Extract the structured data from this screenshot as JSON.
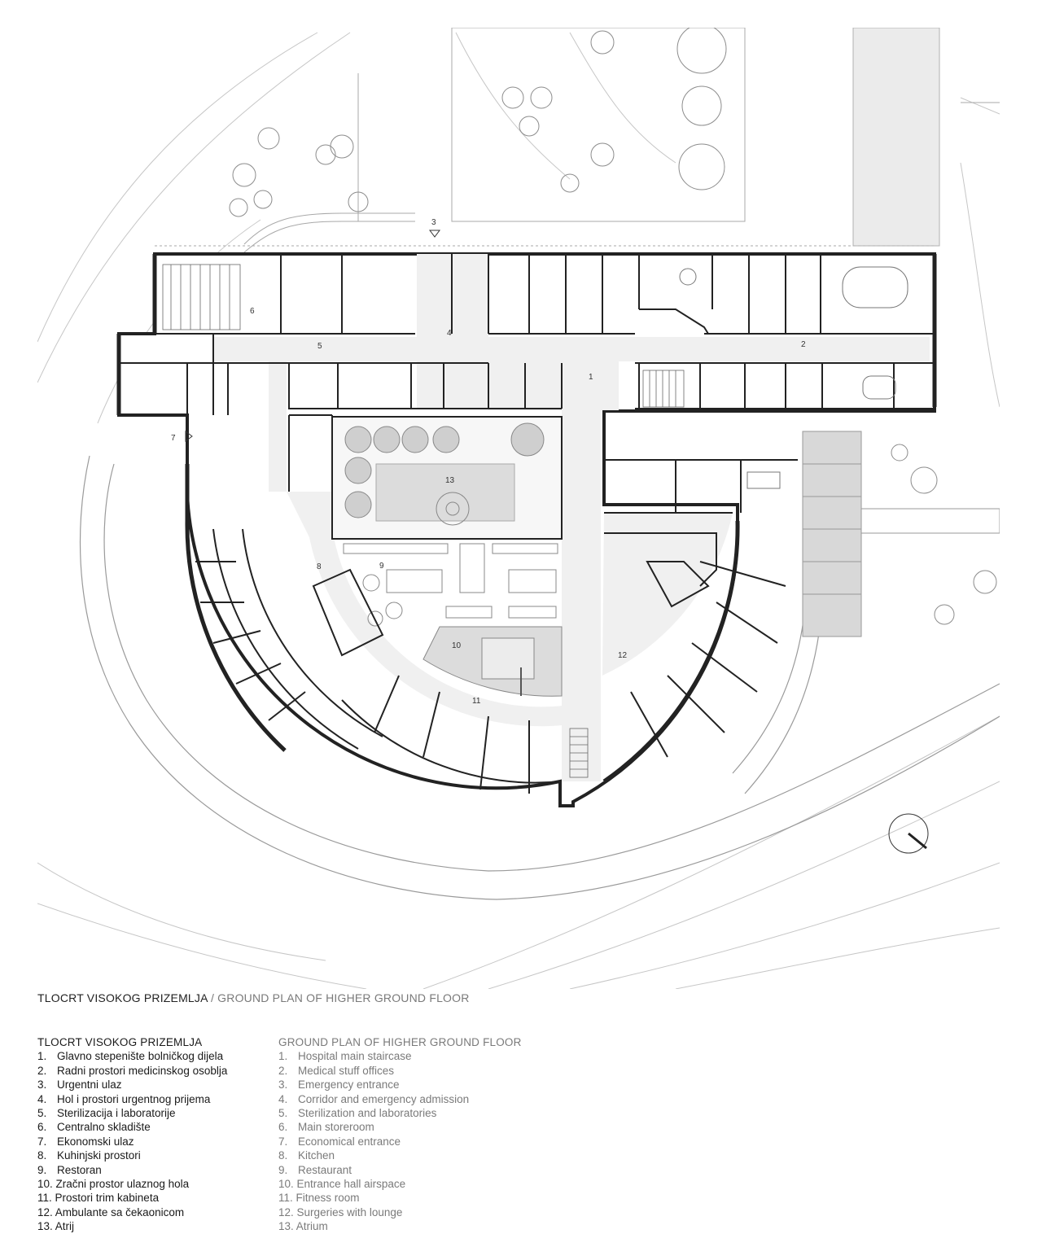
{
  "caption": {
    "hr": "TLOCRT VISOKOG PRIZEMLJA",
    "separator": " / ",
    "en": "GROUND PLAN OF HIGHER GROUND FLOOR"
  },
  "legend_hr": {
    "title": "TLOCRT VISOKOG PRIZEMLJA",
    "items": [
      {
        "num": "1.",
        "label": "Glavno stepenište bolničkog dijela"
      },
      {
        "num": "2.",
        "label": "Radni prostori medicinskog osoblja"
      },
      {
        "num": "3.",
        "label": "Urgentni ulaz"
      },
      {
        "num": "4.",
        "label": "Hol i prostori urgentnog prijema"
      },
      {
        "num": "5.",
        "label": "Sterilizacija i laboratorije"
      },
      {
        "num": "6.",
        "label": "Centralno skladište"
      },
      {
        "num": "7.",
        "label": "Ekonomski ulaz"
      },
      {
        "num": "8.",
        "label": "Kuhinjski prostori"
      },
      {
        "num": "9.",
        "label": "Restoran"
      },
      {
        "num": "10.",
        "label": "Zračni prostor ulaznog hola"
      },
      {
        "num": "11.",
        "label": "Prostori trim kabineta"
      },
      {
        "num": "12.",
        "label": "Ambulante sa čekaonicom"
      },
      {
        "num": "13.",
        "label": "Atrij"
      }
    ]
  },
  "legend_en": {
    "title": "GROUND PLAN OF HIGHER GROUND FLOOR",
    "items": [
      {
        "num": "1.",
        "label": "Hospital main staircase"
      },
      {
        "num": "2.",
        "label": "Medical stuff offices"
      },
      {
        "num": "3.",
        "label": "Emergency entrance"
      },
      {
        "num": "4.",
        "label": "Corridor and emergency admission"
      },
      {
        "num": "5.",
        "label": "Sterilization and laboratories"
      },
      {
        "num": "6.",
        "label": "Main storeroom"
      },
      {
        "num": "7.",
        "label": "Economical entrance"
      },
      {
        "num": "8.",
        "label": "Kitchen"
      },
      {
        "num": "9.",
        "label": "Restaurant"
      },
      {
        "num": "10.",
        "label": "Entrance hall airspace"
      },
      {
        "num": "11.",
        "label": "Fitness room"
      },
      {
        "num": "12.",
        "label": "Surgeries with lounge"
      },
      {
        "num": "13.",
        "label": "Atrium"
      }
    ]
  },
  "plan_labels": {
    "n1": "1",
    "n2": "2",
    "n3": "3",
    "n4": "4",
    "n5": "5",
    "n6": "6",
    "n7": "7",
    "n8": "8",
    "n9": "9",
    "n10": "10",
    "n11": "11",
    "n12": "12",
    "n13": "13"
  },
  "colors": {
    "wall": "#222222",
    "thin_line": "#b5b5b5",
    "corridor_fill": "#f0f0f0",
    "shade_fill": "#d8d8d8"
  }
}
